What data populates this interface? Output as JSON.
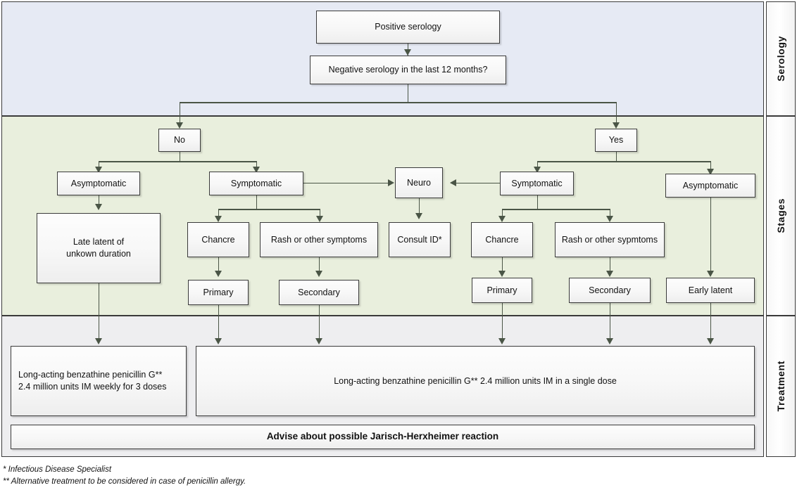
{
  "bands": {
    "serology": {
      "label": "Serology",
      "color": "#e6eaf4"
    },
    "stages": {
      "label": "Stages",
      "color": "#e9efdd"
    },
    "treatment": {
      "label": "Treatment",
      "color": "#eeeef0"
    }
  },
  "nodes": {
    "positive_serology": "Positive serology",
    "negative_serology_q": "Negative serology in the last 12 months?",
    "no": "No",
    "yes": "Yes",
    "asymptomatic_left": "Asymptomatic",
    "symptomatic_left": "Symptomatic",
    "neuro": "Neuro",
    "symptomatic_right": "Symptomatic",
    "asymptomatic_right": "Asymptomatic",
    "late_latent": "Late latent of\nunkown duration",
    "late_latent_line1": "Late latent of",
    "late_latent_line2": "unkown duration",
    "chancre_left": "Chancre",
    "rash_left": "Rash or other symptoms",
    "consult_id": "Consult ID*",
    "chancre_right": "Chancre",
    "rash_right": "Rash or other sypmtoms",
    "primary_left": "Primary",
    "secondary_left": "Secondary",
    "primary_right": "Primary",
    "secondary_right": "Secondary",
    "early_latent": "Early latent"
  },
  "treatment": {
    "three_doses_line1": "Long-acting benzathine penicillin G**",
    "three_doses_line2": "2.4 million units IM weekly for 3 doses",
    "single_dose": "Long-acting benzathine penicillin G** 2.4 million units IM in a single dose",
    "advise": "Advise about possible Jarisch-Herxheimer reaction"
  },
  "footnotes": {
    "one": "* Infectious Disease Specialist",
    "two": "** Alternative treatment to be considered in case of penicillin allergy."
  },
  "colors": {
    "line": "#4a5546",
    "border": "#3a3a3a",
    "node_fill": "#f7f7f7"
  }
}
